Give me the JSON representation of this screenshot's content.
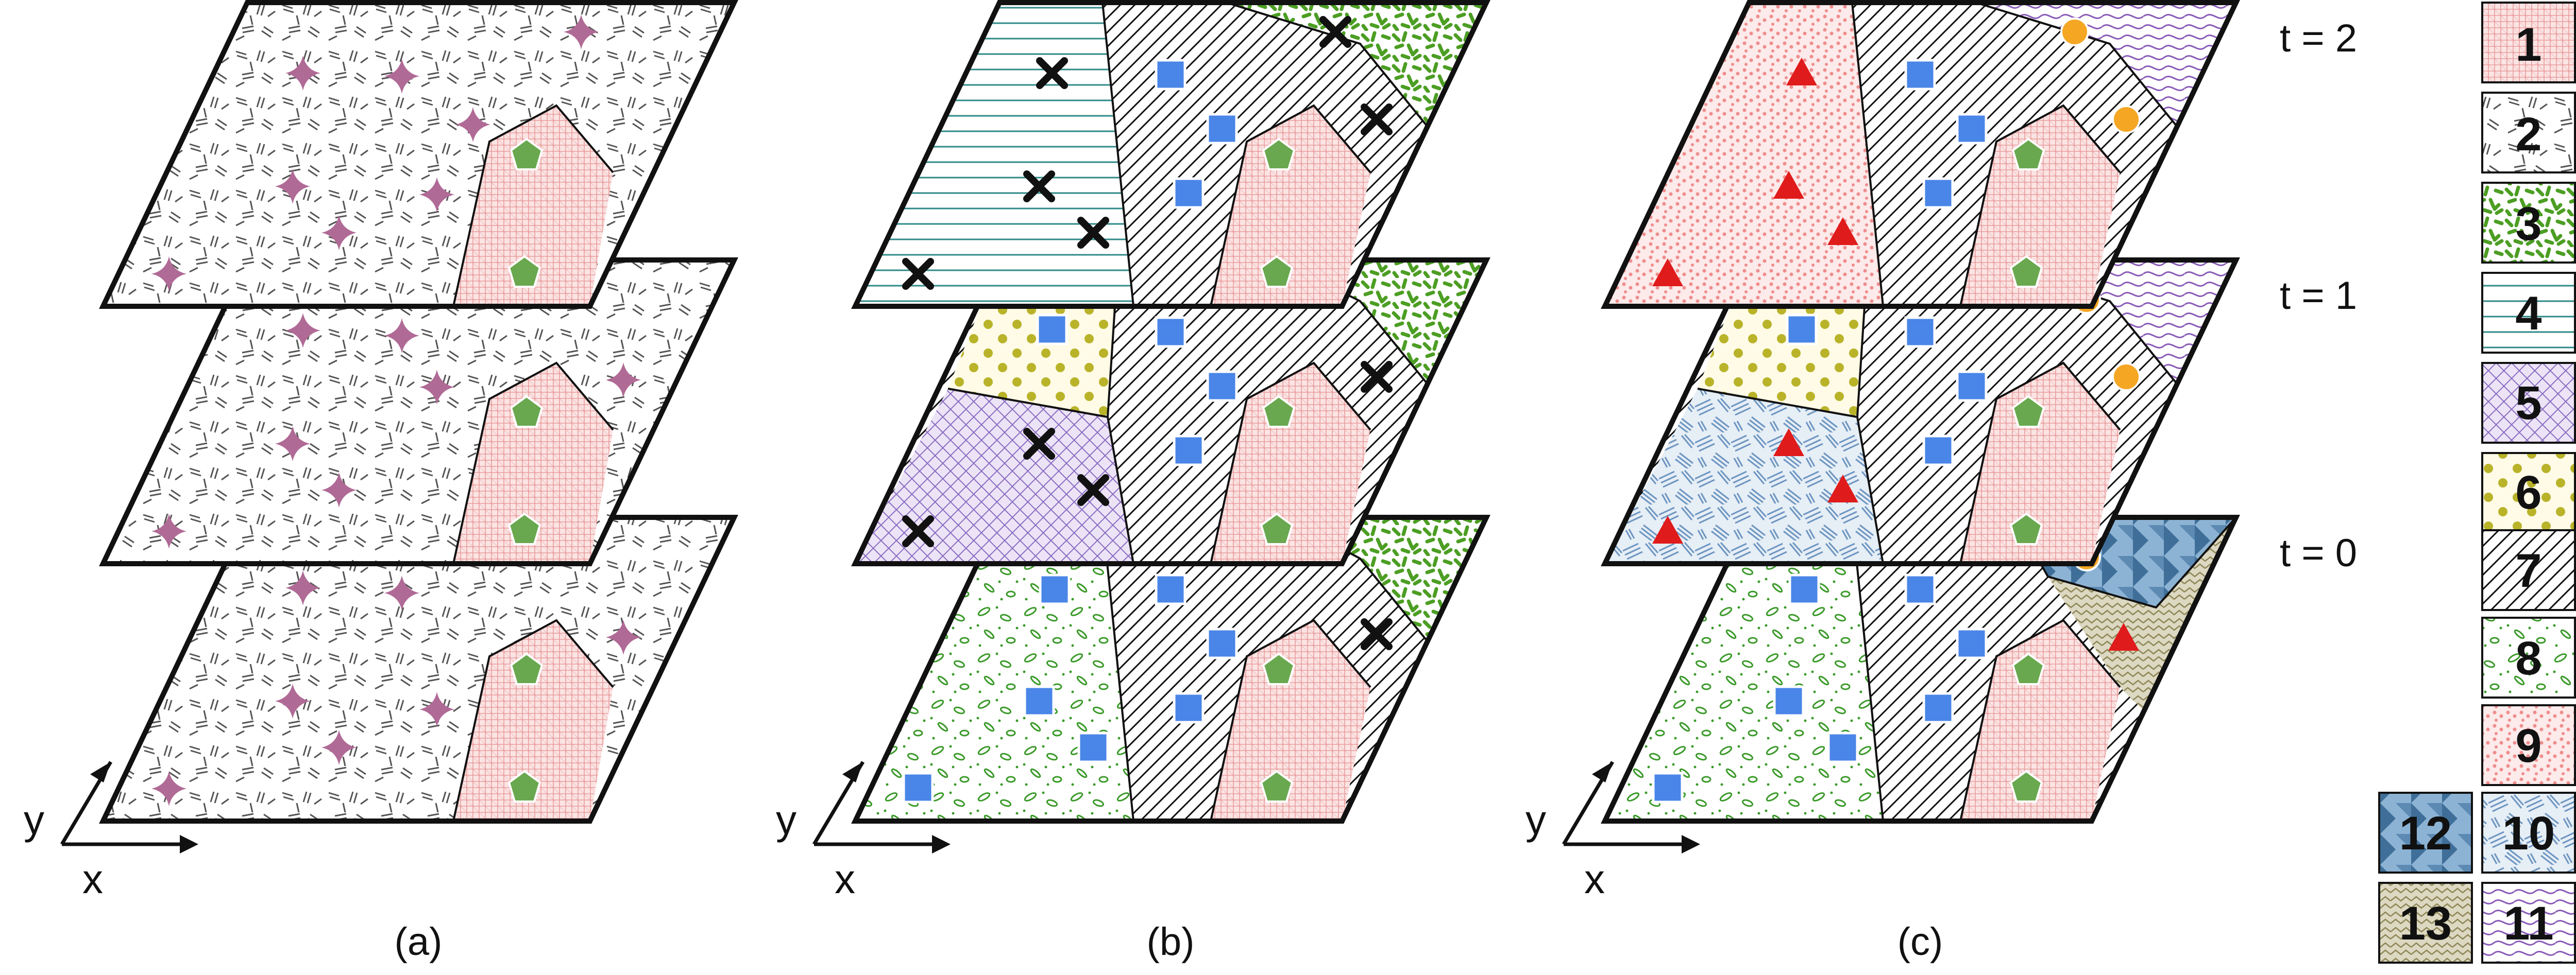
{
  "panels": [
    {
      "id": "a",
      "caption": "(a)"
    },
    {
      "id": "b",
      "caption": "(b)"
    },
    {
      "id": "c",
      "caption": "(c)"
    }
  ],
  "axes": {
    "x": "x",
    "y": "y"
  },
  "time_labels": [
    "t = 2",
    "t = 1",
    "t = 0"
  ],
  "legend": [
    {
      "id": "1",
      "pattern": "crosshatch-pink",
      "color": "#f7d2d2"
    },
    {
      "id": "2",
      "pattern": "dashes-gray",
      "color": "#ffffff"
    },
    {
      "id": "3",
      "pattern": "green-strokes",
      "color": "#5aae2e"
    },
    {
      "id": "4",
      "pattern": "teal-lines",
      "color": "#2f8a88"
    },
    {
      "id": "5",
      "pattern": "purple-grid",
      "color": "#9c7bc7"
    },
    {
      "id": "6",
      "pattern": "olive-dots",
      "color": "#b9b32a"
    },
    {
      "id": "7",
      "pattern": "diagonal-black",
      "color": "#111111"
    },
    {
      "id": "8",
      "pattern": "green-ovals",
      "color": "#3b9a2a"
    },
    {
      "id": "9",
      "pattern": "pink-dots",
      "color": "#f08a8a"
    },
    {
      "id": "10",
      "pattern": "blue-strokes",
      "color": "#7fa6c9"
    },
    {
      "id": "11",
      "pattern": "purple-swirls",
      "color": "#8a5cb8"
    },
    {
      "id": "12",
      "pattern": "steel-chevrons",
      "color": "#4a7aa3"
    },
    {
      "id": "13",
      "pattern": "olive-zigzag",
      "color": "#b7b08a"
    }
  ],
  "markers": {
    "star": "#b06a96",
    "pentagon": "#6aa84f",
    "square": "#4a86e8",
    "cross": "#111111",
    "triangle": "#e01b1b",
    "circle": "#f5a623"
  },
  "icons": [
    "star-icon",
    "pentagon-icon",
    "square-icon",
    "cross-icon",
    "triangle-icon",
    "circle-icon"
  ]
}
